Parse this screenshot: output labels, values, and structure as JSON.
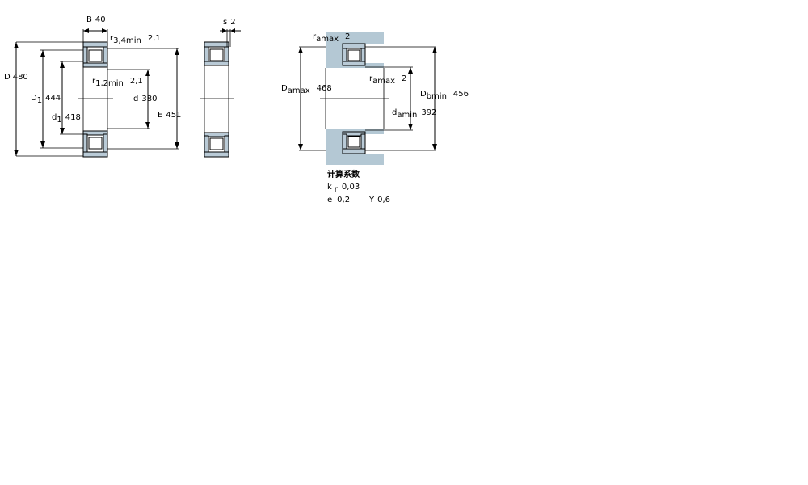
{
  "dims": {
    "B": {
      "label": "B",
      "value": "40"
    },
    "r34": {
      "label": "r",
      "sub": "3,4min",
      "value": "2,1"
    },
    "D": {
      "label": "D",
      "value": "480"
    },
    "D1": {
      "label": "D",
      "sub": "1",
      "value": "444"
    },
    "d1": {
      "label": "d",
      "sub": "1",
      "value": "418"
    },
    "r12": {
      "label": "r",
      "sub": "1,2min",
      "value": "2,1"
    },
    "d": {
      "label": "d",
      "value": "380"
    },
    "E": {
      "label": "E",
      "value": "451"
    },
    "s": {
      "label": "s",
      "value": "2"
    }
  },
  "abutment": {
    "ramax_top": {
      "label": "r",
      "sub": "amax",
      "value": "2"
    },
    "Damax": {
      "label": "D",
      "sub": "amax",
      "value": "468"
    },
    "ramax_mid": {
      "label": "r",
      "sub": "amax",
      "value": "2"
    },
    "Dbmin": {
      "label": "D",
      "sub": "bmin",
      "value": "456"
    },
    "damin": {
      "label": "d",
      "sub": "amin",
      "value": "392"
    }
  },
  "factors": {
    "heading": "计算系数",
    "kr": {
      "label": "k",
      "sub": "r",
      "value": "0,03"
    },
    "e": {
      "label": "e",
      "value": "0,2"
    },
    "Y": {
      "label": "Y",
      "value": "0,6"
    }
  },
  "colors": {
    "ring_fill": "#b9cad6",
    "hatch_fill": "#b4c8d4"
  }
}
